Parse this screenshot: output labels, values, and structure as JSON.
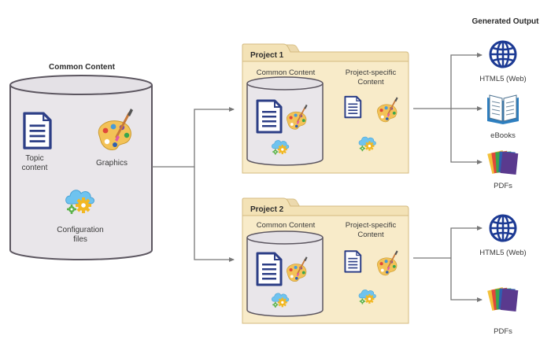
{
  "common": {
    "title": "Common Content",
    "topic_label": "Topic\ncontent",
    "graphics_label": "Graphics",
    "config_label": "Configuration\nfiles"
  },
  "projects": [
    {
      "name": "Project 1",
      "common_label": "Common Content",
      "specific_label": "Project-specific\nContent"
    },
    {
      "name": "Project 2",
      "common_label": "Common Content",
      "specific_label": "Project-specific\nContent"
    }
  ],
  "output": {
    "title": "Generated Output",
    "items": [
      {
        "label": "HTML5 (Web)",
        "icon": "globe-icon"
      },
      {
        "label": "eBooks",
        "icon": "book-icon"
      },
      {
        "label": "PDFs",
        "icon": "pdf-stack-icon"
      },
      {
        "label": "HTML5 (Web)",
        "icon": "globe-icon"
      },
      {
        "label": "PDFs",
        "icon": "pdf-stack-icon"
      }
    ]
  },
  "colors": {
    "cylinder_fill": "#e9e6ea",
    "cylinder_stroke": "#5c5660",
    "folder_fill": "#f7e8c4",
    "folder_back": "#ecd9ad",
    "doc_blue": "#2c3e86",
    "globe_blue": "#1c3a94",
    "arrow": "#777777"
  }
}
